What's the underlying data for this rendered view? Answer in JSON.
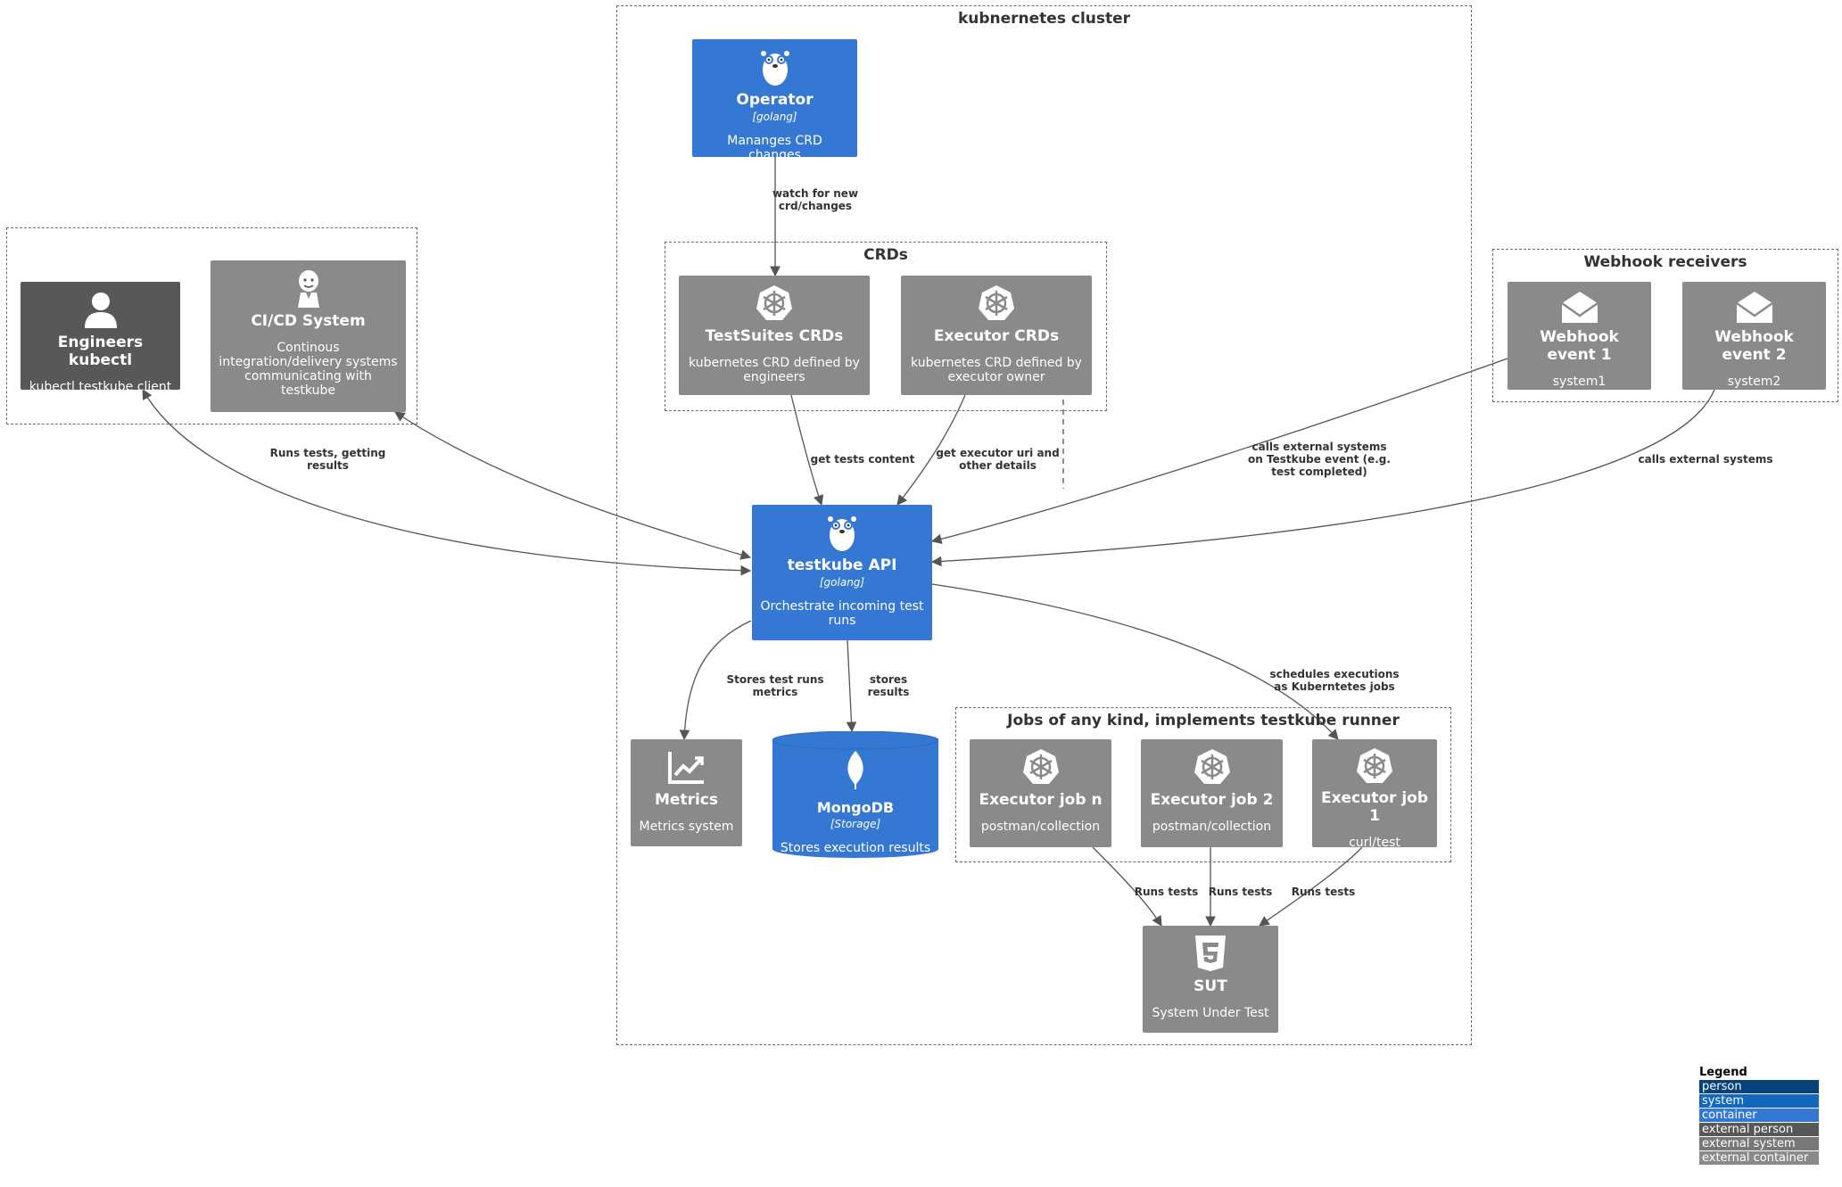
{
  "boundaries": {
    "cluster": "kubnernetes cluster",
    "crds": "CRDs",
    "webhooks": "Webhook receivers",
    "jobs": "Jobs of any kind, implements testkube runner"
  },
  "nodes": {
    "operator": {
      "title": "Operator",
      "tech": "[golang]",
      "desc": "Mananges CRD changes"
    },
    "testsuites_crds": {
      "title": "TestSuites CRDs",
      "desc": "kubernetes CRD defined by engineers"
    },
    "executor_crds": {
      "title": "Executor CRDs",
      "desc": "kubernetes CRD defined by executor owner"
    },
    "engineers": {
      "title": "Engineers kubectl",
      "desc": "kubectl testkube client"
    },
    "cicd": {
      "title": "CI/CD System",
      "desc": "Continous integration/delivery systems communicating with testkube"
    },
    "webhook1": {
      "title": "Webhook event 1",
      "desc": "system1"
    },
    "webhook2": {
      "title": "Webhook event 2",
      "desc": "system2"
    },
    "api": {
      "title": "testkube API",
      "tech": "[golang]",
      "desc": "Orchestrate incoming test runs"
    },
    "metrics": {
      "title": "Metrics",
      "desc": "Metrics system"
    },
    "mongodb": {
      "title": "MongoDB",
      "tech": "[Storage]",
      "desc": "Stores execution results"
    },
    "job_n": {
      "title": "Executor job n",
      "desc": "postman/collection"
    },
    "job_2": {
      "title": "Executor job 2",
      "desc": "postman/collection"
    },
    "job_1": {
      "title": "Executor job 1",
      "desc": "curl/test"
    },
    "sut": {
      "title": "SUT",
      "desc": "System Under Test"
    }
  },
  "edges": {
    "watch": "watch for new\ncrd/changes",
    "get_tests": "get tests content",
    "get_executor": "get executor uri and\nother details",
    "runs_tests_getting": "Runs tests, getting\nresults",
    "calls_external_1": "calls external systems\non Testkube event (e.g.\ntest completed)",
    "calls_external_2": "calls external systems",
    "stores_metrics": "Stores test runs metrics",
    "stores_results": "stores results",
    "schedules": "schedules executions\nas Kuberntetes jobs",
    "runs_tests": "Runs tests"
  },
  "legend": {
    "title": "Legend",
    "items": [
      {
        "label": "person",
        "color": "#08427b"
      },
      {
        "label": "system",
        "color": "#1168bd"
      },
      {
        "label": "container",
        "color": "#3578d3"
      },
      {
        "label": "external person",
        "color": "#585858"
      },
      {
        "label": "external system",
        "color": "#787878"
      },
      {
        "label": "external container",
        "color": "#8a8a8a"
      }
    ]
  },
  "colors": {
    "container": "#3578d3",
    "external_system": "#8a8a8a",
    "external_person": "#585858",
    "edge": "#555555"
  },
  "icons": {
    "operator": "gopher-icon",
    "api": "gopher-icon",
    "crds": "kubernetes-icon",
    "jobs": "kubernetes-icon",
    "engineers": "person-icon",
    "cicd": "jenkins-icon",
    "webhooks": "envelope-icon",
    "metrics": "chart-line-icon",
    "mongodb": "mongodb-leaf-icon",
    "sut": "html5-icon"
  }
}
